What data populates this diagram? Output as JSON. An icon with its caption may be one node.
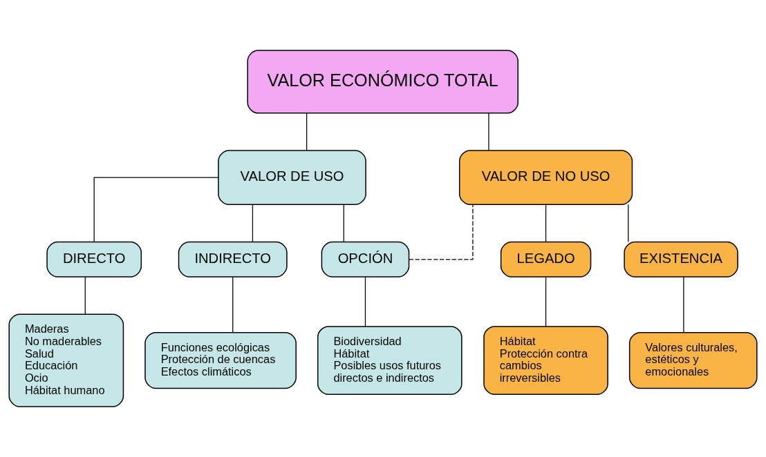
{
  "diagram": {
    "nodes": [
      {
        "text": [
          "VALOR ECONÓMICO TOTAL"
        ]
      },
      {
        "text": [
          "VALOR DE USO"
        ]
      },
      {
        "text": [
          "VALOR DE NO USO"
        ]
      },
      {
        "text": [
          "DIRECTO"
        ]
      },
      {
        "text": [
          "INDIRECTO"
        ]
      },
      {
        "text": [
          "OPCIÓN"
        ]
      },
      {
        "text": [
          "LEGADO"
        ]
      },
      {
        "text": [
          "EXISTENCIA"
        ]
      },
      {
        "text": [
          "Maderas",
          "No maderables",
          "Salud",
          "Educación",
          "Ocio",
          "Hábitat humano"
        ]
      },
      {
        "text": [
          "Funciones ecológicas",
          "Protección de cuencas",
          "Efectos climáticos"
        ]
      },
      {
        "text": [
          "Biodiversidad",
          "Hábitat",
          "Posibles usos futuros directos e indirectos"
        ]
      },
      {
        "text": [
          "Hábitat",
          "Protección contra cambios irreversibles"
        ]
      },
      {
        "text": [
          "Valores culturales, estéticos y emocionales"
        ]
      }
    ],
    "edges": [
      {
        "from": 0,
        "to": 1,
        "arrow": "none"
      },
      {
        "from": 0,
        "to": 2,
        "arrow": "none"
      },
      {
        "from": 1,
        "to": 3,
        "arrow": "none"
      },
      {
        "from": 1,
        "to": 4,
        "arrow": "none"
      },
      {
        "from": 1,
        "to": 5,
        "arrow": "none"
      },
      {
        "from": 5,
        "to": 2,
        "arrow": "none",
        "style": "dashed"
      },
      {
        "from": 2,
        "to": 6,
        "arrow": "none"
      },
      {
        "from": 2,
        "to": 7,
        "arrow": "none"
      },
      {
        "from": 3,
        "to": 8,
        "arrow": "none"
      },
      {
        "from": 4,
        "to": 9,
        "arrow": "none"
      },
      {
        "from": 5,
        "to": 10,
        "arrow": "none"
      },
      {
        "from": 6,
        "to": 11,
        "arrow": "none"
      },
      {
        "from": 7,
        "to": 12,
        "arrow": "none"
      }
    ]
  }
}
